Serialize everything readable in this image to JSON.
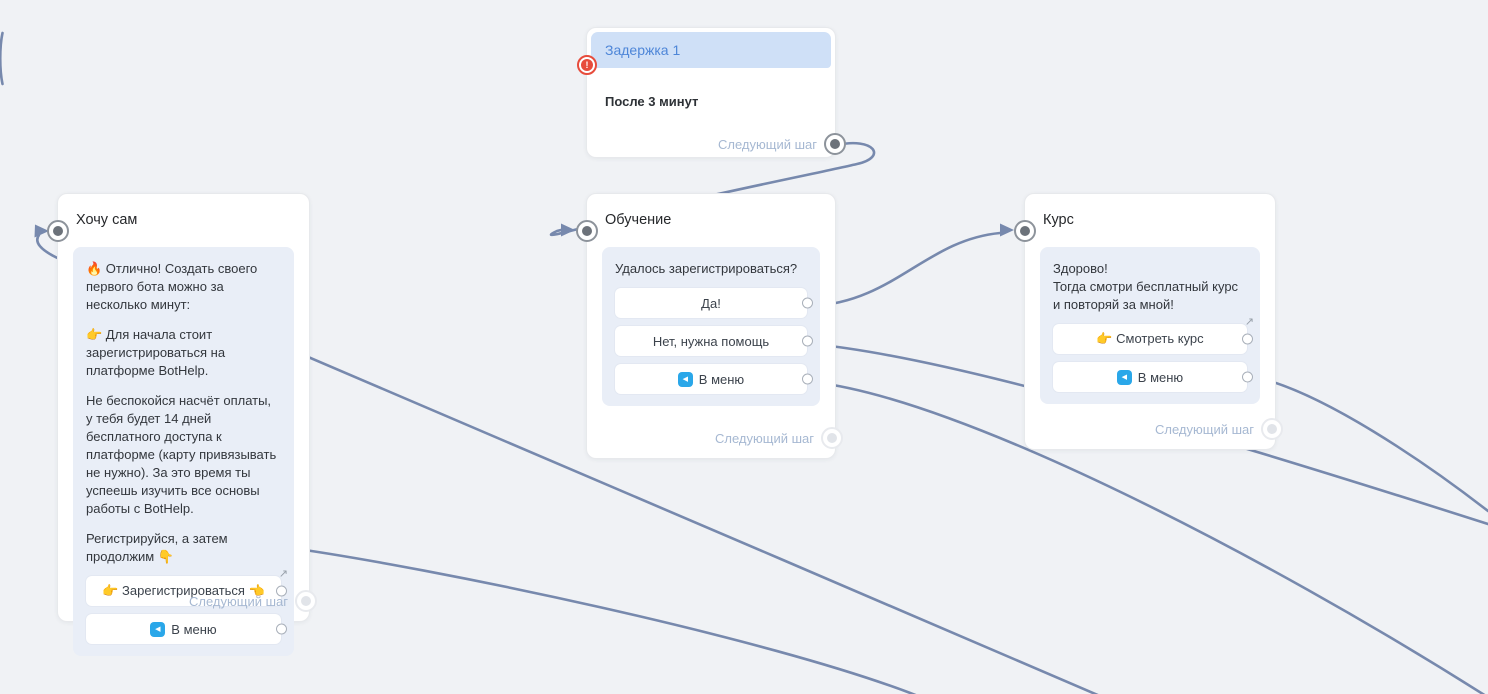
{
  "nodes": {
    "delay": {
      "title": "Задержка 1",
      "body": "После 3 минут",
      "next_step": "Следующий шаг"
    },
    "want_self": {
      "title": "Хочу сам",
      "paragraphs": {
        "p1": "🔥 Отлично! Создать своего первого бота можно за несколько минут:",
        "p2": "👉 Для начала стоит зарегистрироваться на платформе BotHelp.",
        "p3": "Не беспокойся насчёт оплаты, у тебя будет 14 дней бесплатного доступа к платформе (карту привязывать не нужно). За это время ты успеешь изучить все основы работы с BotHelp.",
        "p4": "Регистрируйся, а затем продолжим 👇"
      },
      "buttons": {
        "register": "👉 Зарегистрироваться 👈",
        "menu": "В меню"
      },
      "next_step": "Следующий шаг"
    },
    "training": {
      "title": "Обучение",
      "question": "Удалось зарегистрироваться?",
      "buttons": {
        "yes": "Да!",
        "no": "Нет, нужна помощь",
        "menu": "В меню"
      },
      "next_step": "Следующий шаг"
    },
    "course": {
      "title": "Курс",
      "message_line1": "Здорово!",
      "message_line2": "Тогда смотри бесплатный курс и повторяй за мной!",
      "buttons": {
        "watch": "👉 Смотреть курс",
        "menu": "В меню"
      },
      "next_step": "Следующий шаг"
    }
  },
  "icons": {
    "back_icon": "◀",
    "external_link": "↗",
    "error_mark": "!"
  },
  "colors": {
    "wire": "#7789ad",
    "header_bg": "#cfe0f7",
    "header_text": "#4e86d8",
    "bubble_bg": "#e9eef7",
    "canvas_bg": "#f0f2f5",
    "next_step_text": "#a6b8d2",
    "error": "#e74c3c",
    "menu_icon": "#2aa7e9"
  }
}
